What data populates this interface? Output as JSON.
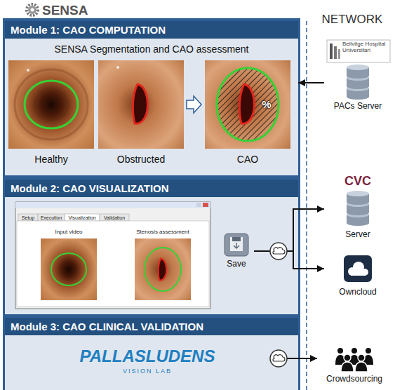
{
  "diagram": {
    "nodes": [
      {
        "text": [
          "SENSA"
        ]
      },
      {
        "text": [
          "Module 1: CAO COMPUTATION",
          "SENSA Segmentation and CAO assessment"
        ],
        "in": 0
      },
      {
        "text": [
          "Module 2: CAO VISUALIZATION"
        ],
        "in": 0
      },
      {
        "text": [
          "Save"
        ],
        "in": 2
      },
      {
        "text": [
          "Module 3: CAO CLINICAL VALIDATION"
        ],
        "in": 0
      },
      {
        "text": [
          "Bellvitge Hospital Universitari",
          "PACs Server"
        ]
      },
      {
        "text": [
          "CVC",
          "Server"
        ]
      },
      {
        "text": [
          "Owncloud"
        ]
      },
      {
        "text": [
          "Crowdsourcing"
        ]
      }
    ],
    "edges": [
      {
        "from": 5,
        "to": 1,
        "arrow": "to"
      },
      {
        "from": 3,
        "to": 6,
        "arrow": "to"
      },
      {
        "from": 3,
        "to": 7,
        "arrow": "to"
      },
      {
        "from": 4,
        "to": 8,
        "arrow": "to"
      }
    ],
    "labels": [
      "NETWORK",
      "Healthy",
      "Obstructed",
      "CAO",
      "%",
      "Setup",
      "Execution",
      "Visualization",
      "Validation",
      "Input video",
      "Stenosis assessment",
      "PALLASLUDENS",
      "VISION LAB"
    ]
  }
}
